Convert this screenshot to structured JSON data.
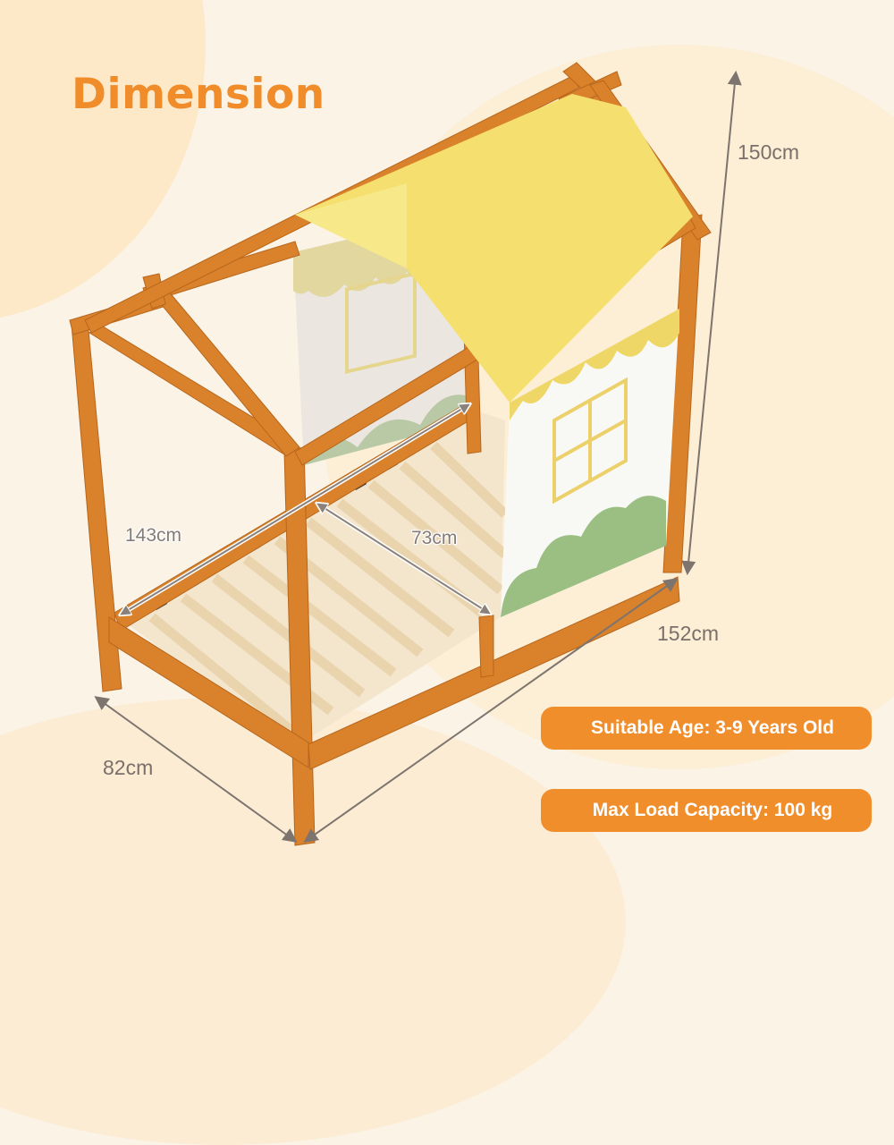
{
  "title": "Dimension",
  "dimensions": {
    "height": "150cm",
    "length": "152cm",
    "width": "82cm",
    "inner_length": "143cm",
    "inner_width": "73cm"
  },
  "features": [
    {
      "label": "Suitable Age: 3-9 Years Old"
    },
    {
      "label": "Max Load Capacity: 100 kg"
    }
  ],
  "colors": {
    "title": "#f08c2a",
    "badge_bg": "#f08e2c",
    "badge_text": "#ffffff",
    "dimension_text": "#7a706a",
    "wood": "#d9822b",
    "roof_canopy": "#f4df6c",
    "window_frame": "#ecd56a",
    "bush": "#9bbf82",
    "background": "#faf3e6"
  },
  "product": {
    "name": "house-shaped kids bed frame with canopy",
    "icons": [
      "double-arrow-icon"
    ]
  }
}
